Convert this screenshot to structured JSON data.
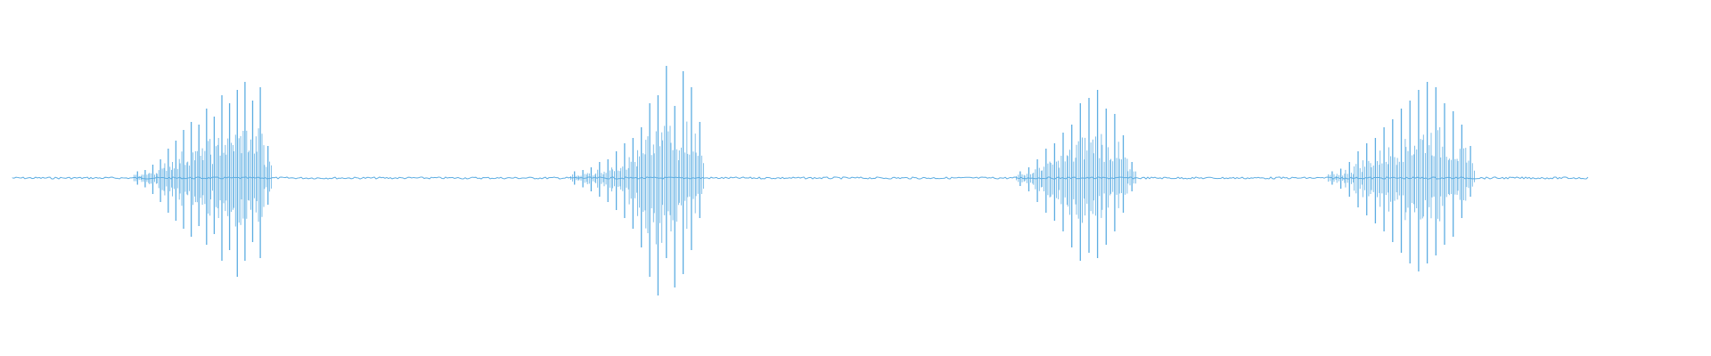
{
  "waveform": {
    "color": "#5dade2",
    "bursts": [
      {
        "spike_amplitudes_up": [
          0.05,
          0.06,
          0.1,
          0.14,
          0.22,
          0.28,
          0.36,
          0.42,
          0.4,
          0.52,
          0.46,
          0.62,
          0.56,
          0.66,
          0.72,
          0.58,
          0.68,
          0.24
        ],
        "spike_amplitudes_down": [
          0.05,
          0.07,
          0.12,
          0.18,
          0.26,
          0.32,
          0.38,
          0.44,
          0.36,
          0.5,
          0.42,
          0.62,
          0.54,
          0.74,
          0.62,
          0.48,
          0.6,
          0.2
        ]
      },
      {
        "spike_amplitudes_up": [
          0.05,
          0.06,
          0.08,
          0.12,
          0.14,
          0.2,
          0.26,
          0.3,
          0.38,
          0.56,
          0.62,
          0.84,
          0.54,
          0.8,
          0.68,
          0.42
        ],
        "spike_amplitudes_down": [
          0.05,
          0.07,
          0.1,
          0.14,
          0.18,
          0.24,
          0.3,
          0.38,
          0.52,
          0.74,
          0.88,
          0.6,
          0.82,
          0.72,
          0.54,
          0.3
        ]
      },
      {
        "spike_amplitudes_up": [
          0.05,
          0.08,
          0.14,
          0.22,
          0.26,
          0.34,
          0.4,
          0.56,
          0.6,
          0.66,
          0.52,
          0.48,
          0.32,
          0.12
        ],
        "spike_amplitudes_down": [
          0.06,
          0.1,
          0.18,
          0.26,
          0.32,
          0.4,
          0.52,
          0.62,
          0.56,
          0.6,
          0.5,
          0.4,
          0.26,
          0.1
        ]
      },
      {
        "spike_amplitudes_up": [
          0.05,
          0.07,
          0.12,
          0.2,
          0.26,
          0.3,
          0.38,
          0.44,
          0.52,
          0.58,
          0.66,
          0.72,
          0.68,
          0.56,
          0.5,
          0.4,
          0.24
        ],
        "spike_amplitudes_down": [
          0.05,
          0.08,
          0.14,
          0.22,
          0.28,
          0.34,
          0.4,
          0.48,
          0.56,
          0.64,
          0.7,
          0.64,
          0.58,
          0.5,
          0.44,
          0.3,
          0.14
        ]
      }
    ]
  }
}
